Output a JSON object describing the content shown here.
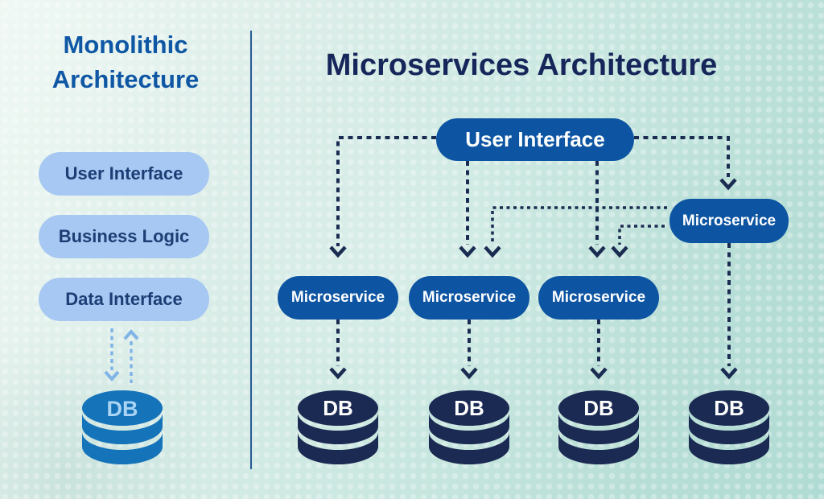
{
  "left_panel": {
    "title": "Monolithic Architecture",
    "layers": [
      "User Interface",
      "Business Logic",
      "Data Interface"
    ],
    "db_label": "DB"
  },
  "right_panel": {
    "title": "Microservices Architecture",
    "user_interface_label": "User Interface",
    "microservice_labels": [
      "Microservice",
      "Microservice",
      "Microservice",
      "Microservice"
    ],
    "db_labels": [
      "DB",
      "DB",
      "DB",
      "DB"
    ]
  },
  "icons": {
    "database": "database-cylinder-icon",
    "connector": "dashed-arrow",
    "monolith_link": "bidirectional-dashed-arrow"
  },
  "colors": {
    "background_start": "#f0f8f4",
    "background_end": "#b0dbd4",
    "left_title": "#0e57a4",
    "right_title": "#16265a",
    "light_pill": "#a7c8f3",
    "light_pill_text": "#1c3e74",
    "dark_pill": "#0d55a2",
    "dark_pill_text": "#ffffff",
    "navy_connector": "#1b2c52",
    "left_db_fill": "#1573ba",
    "left_db_text": "#aad4f3",
    "right_db_fill": "#1b2a52",
    "light_arrow": "#80b4e6",
    "divider": "#2a5b96"
  }
}
